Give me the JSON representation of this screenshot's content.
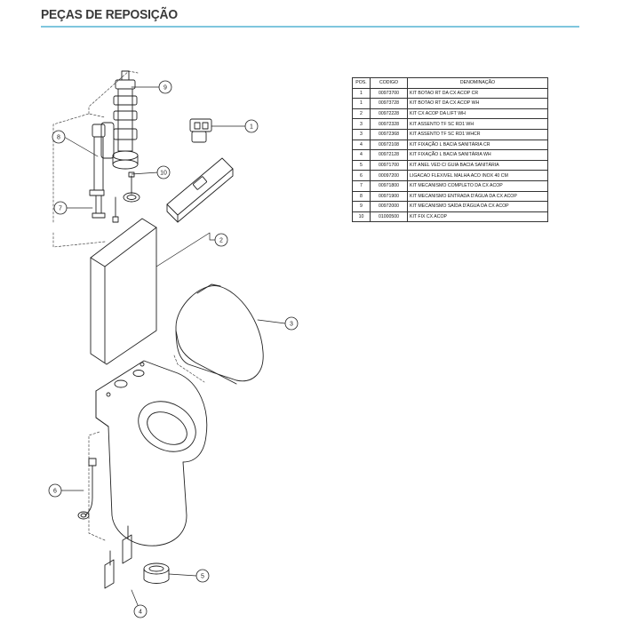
{
  "title": "PEÇAS DE REPOSIÇÃO",
  "accent_color": "#7fc6de",
  "table": {
    "headers": [
      "POS.",
      "CODIGO",
      "DENOMINAÇÃO"
    ],
    "rows": [
      {
        "pos": "1",
        "code": "00973700",
        "desc": "KIT BOTAO RT DA CX ACOP CR"
      },
      {
        "pos": "1",
        "code": "00973728",
        "desc": "KIT BOTAO RT DA CX ACOP WH"
      },
      {
        "pos": "2",
        "code": "00972228",
        "desc": "KIT CX ACOP DA LIFT WH"
      },
      {
        "pos": "3",
        "code": "00972328",
        "desc": "KIT ASSENTO TF SC RD1 WH"
      },
      {
        "pos": "3",
        "code": "00972368",
        "desc": "KIT ASSENTO TF SC RD1 WHCR"
      },
      {
        "pos": "4",
        "code": "00972108",
        "desc": "KIT FIXAÇÃO L BACIA SANITÁRIA CR"
      },
      {
        "pos": "4",
        "code": "00972128",
        "desc": "KIT FIXAÇÃO L BACIA SANITÁRIA WH"
      },
      {
        "pos": "5",
        "code": "00971700",
        "desc": "KIT ANEL VED C/ GUIA BACIA SANITÁRIA"
      },
      {
        "pos": "6",
        "code": "00097200",
        "desc": "LIGACAO FLEXIVEL MALHA ACO INOX 40 CM"
      },
      {
        "pos": "7",
        "code": "00971800",
        "desc": "KIT MECANISMO COMPLETO DA CX ACOP"
      },
      {
        "pos": "8",
        "code": "00971900",
        "desc": "KIT MECANISMO ENTRADA D'ÁGUA DA CX ACOP"
      },
      {
        "pos": "9",
        "code": "00972000",
        "desc": "KIT MECANISMO SAÍDA D'ÁGUA DA CX ACOP"
      },
      {
        "pos": "10",
        "code": "01000500",
        "desc": "KIT FIX CX ACOP"
      }
    ]
  },
  "callouts": [
    "1",
    "2",
    "3",
    "4",
    "5",
    "6",
    "7",
    "8",
    "9",
    "10"
  ]
}
